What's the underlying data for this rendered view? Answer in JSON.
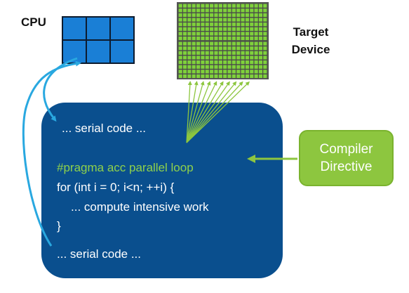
{
  "labels": {
    "cpu": "CPU",
    "target_line1": "Target",
    "target_line2": "Device"
  },
  "code": {
    "serial_before": "... serial code ...",
    "pragma": "#pragma acc parallel loop",
    "for_line": "for (int i = 0; i<n; ++i) {",
    "work_line": "... compute intensive work",
    "close_brace": "}",
    "serial_after": "... serial code ..."
  },
  "directive": {
    "line1": "Compiler",
    "line2": "Directive"
  },
  "colors": {
    "cpu_core": "#1a7fd6",
    "code_box": "#0a4f8e",
    "pragma_text": "#8ed14b",
    "directive_box": "#8dc63f",
    "arrow_blue": "#29a8e0",
    "arrow_green": "#8dc63f",
    "gpu_cell": "#7fd13b"
  }
}
